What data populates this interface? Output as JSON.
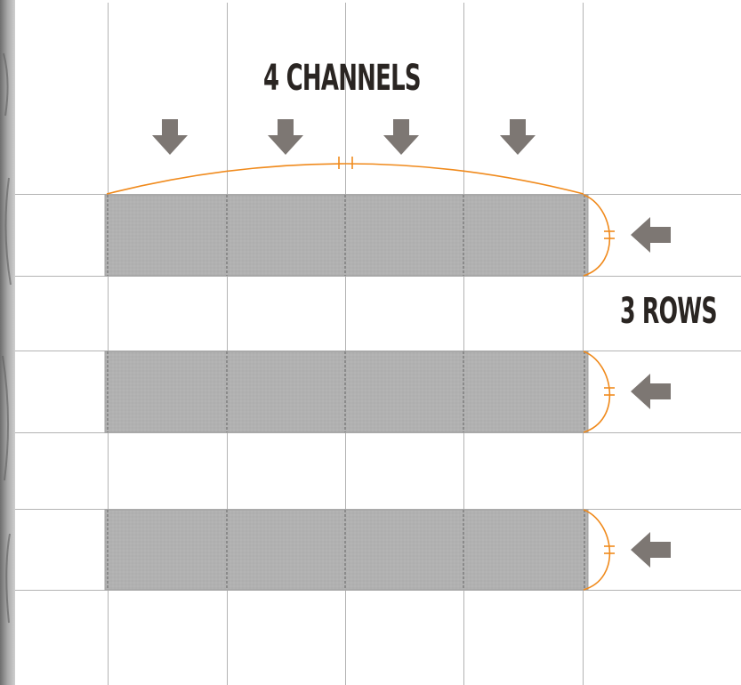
{
  "labels": {
    "channels": "4 CHANNELS",
    "rows": "3 ROWS"
  },
  "diagram": {
    "channel_count": 4,
    "row_count": 3
  },
  "colors": {
    "grid_line": "#b3b3b3",
    "panel_fill": "#b1b1b1",
    "seam": "#8a8a8a",
    "measure_line": "#f08a1c",
    "arrow": "#7d7773",
    "photo_strip": "#8c8c8c",
    "text": "#2a2522"
  },
  "icons": {
    "channel_arrow": "arrow-down-icon",
    "row_arrow": "arrow-left-icon"
  }
}
